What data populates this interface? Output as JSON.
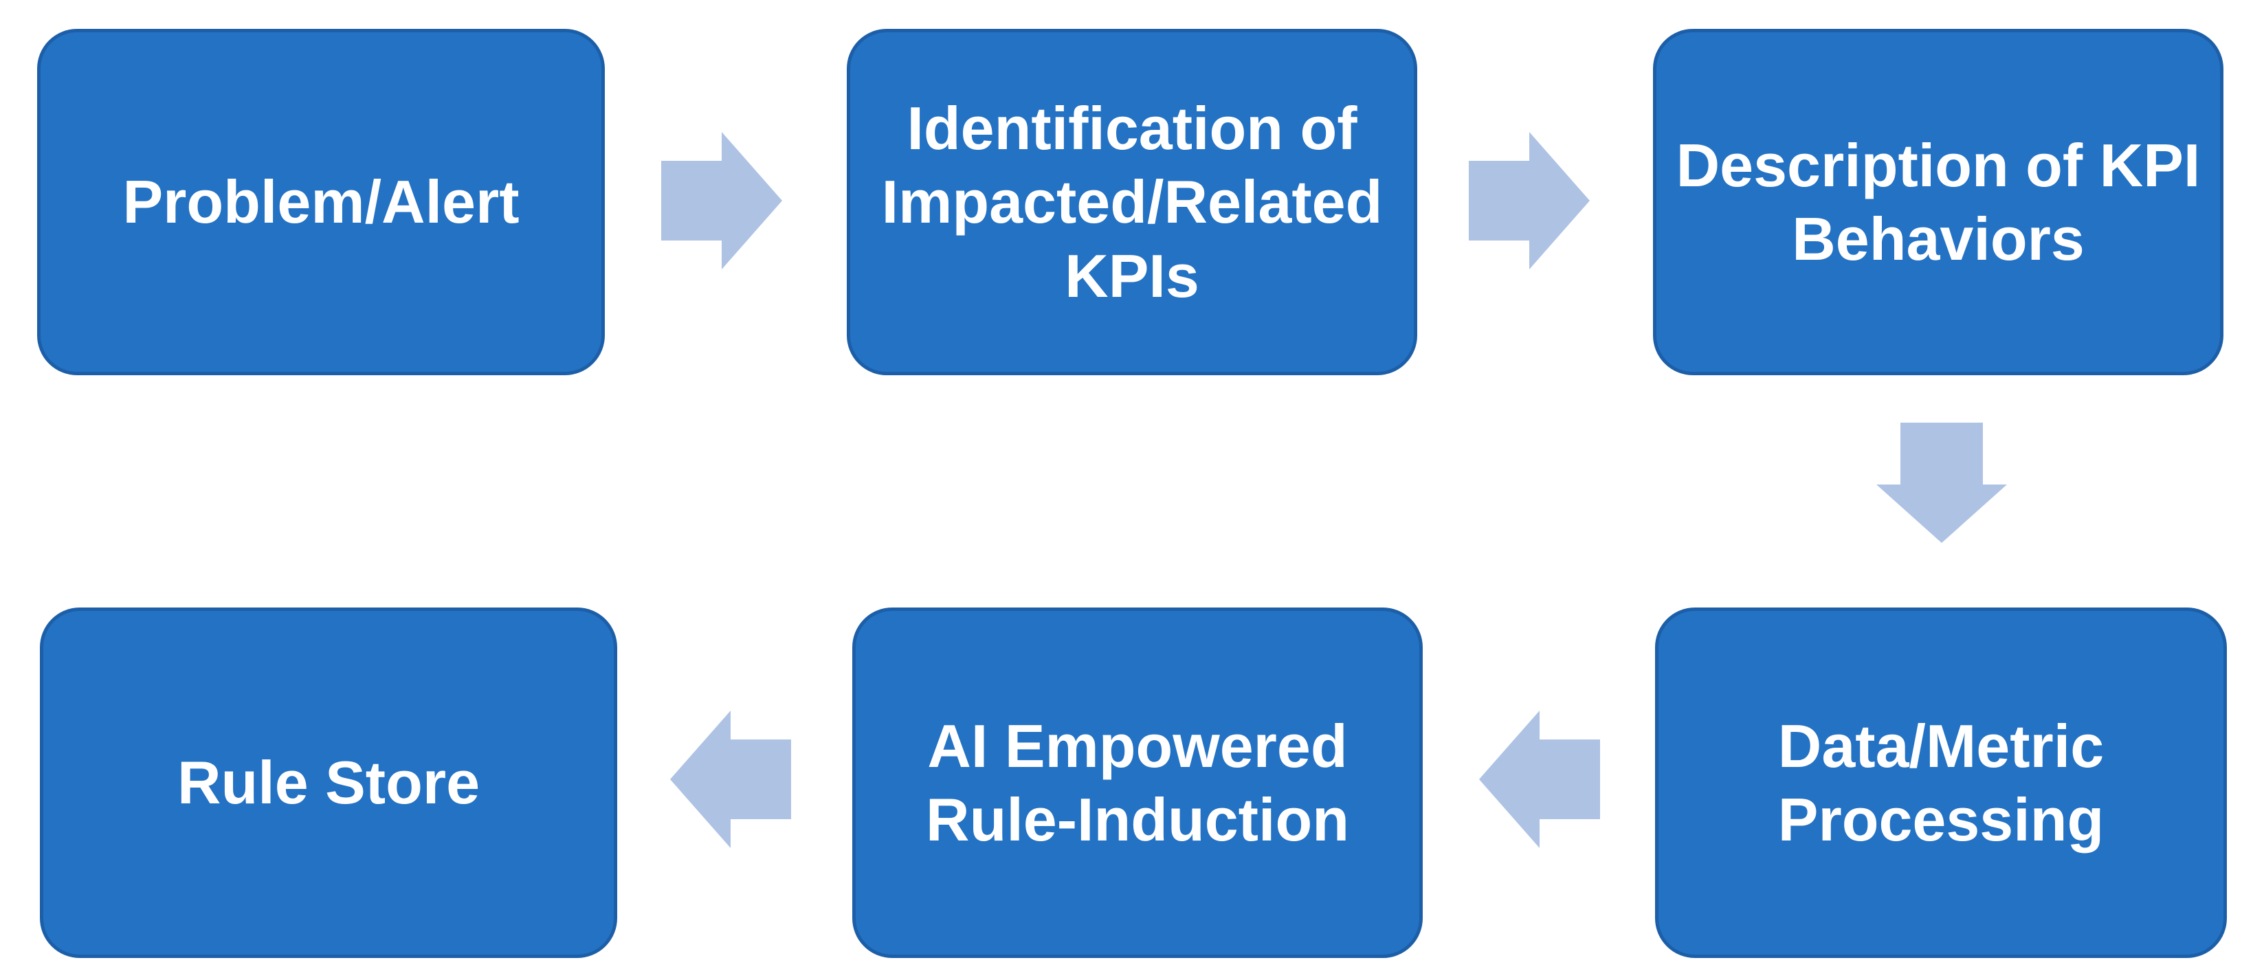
{
  "diagram": {
    "type": "flowchart",
    "nodes": [
      {
        "id": "problem-alert",
        "label": "Problem/Alert"
      },
      {
        "id": "identification-kpis",
        "label": "Identification of\nImpacted/Related\nKPIs"
      },
      {
        "id": "description-kpi",
        "label": "Description of KPI\nBehaviors"
      },
      {
        "id": "rule-store",
        "label": "Rule Store"
      },
      {
        "id": "ai-rule-induction",
        "label": "AI Empowered\nRule-Induction"
      },
      {
        "id": "data-metric",
        "label": "Data/Metric\nProcessing"
      }
    ],
    "edges": [
      {
        "from": "problem-alert",
        "to": "identification-kpis",
        "direction": "right"
      },
      {
        "from": "identification-kpis",
        "to": "description-kpi",
        "direction": "right"
      },
      {
        "from": "description-kpi",
        "to": "data-metric",
        "direction": "down"
      },
      {
        "from": "data-metric",
        "to": "ai-rule-induction",
        "direction": "left"
      },
      {
        "from": "ai-rule-induction",
        "to": "rule-store",
        "direction": "left"
      }
    ],
    "colors": {
      "node_fill": "#2472C4",
      "node_border": "#1C5FA8",
      "arrow_fill": "#AEC2E4",
      "text": "#FFFFFF",
      "background": "#FFFFFF"
    }
  }
}
